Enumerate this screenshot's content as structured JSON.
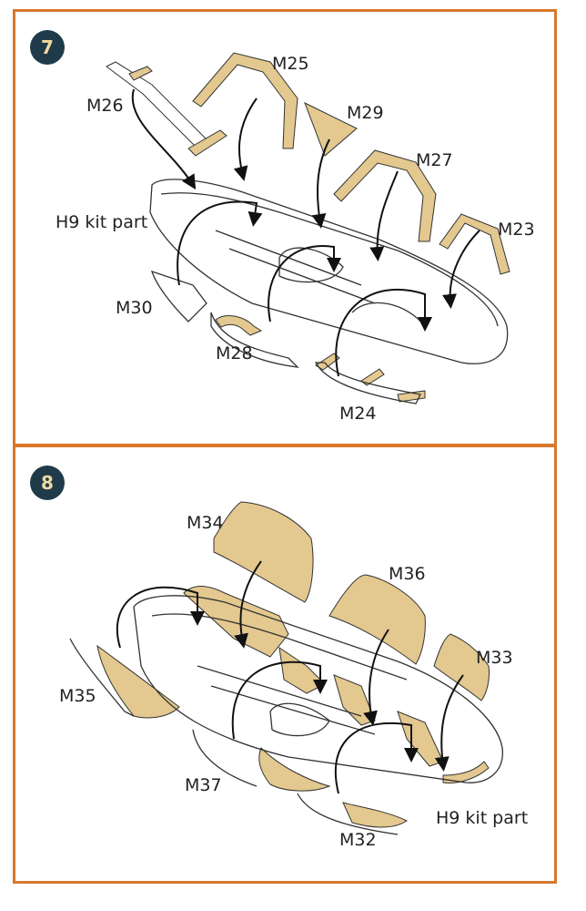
{
  "steps": [
    {
      "number": "7",
      "labels": {
        "m26": "M26",
        "m25": "M25",
        "m29": "M29",
        "m27": "M27",
        "m23": "M23",
        "h9": "H9 kit part",
        "m30": "M30",
        "m28": "M28",
        "m24": "M24"
      }
    },
    {
      "number": "8",
      "labels": {
        "m34": "M34",
        "m36": "M36",
        "m33": "M33",
        "m35": "M35",
        "m37": "M37",
        "h9": "H9 kit part",
        "m32": "M32"
      }
    }
  ],
  "colors": {
    "border": "#d9782a",
    "part_fill": "#e3c88f",
    "badge": "#1f3b4a"
  }
}
